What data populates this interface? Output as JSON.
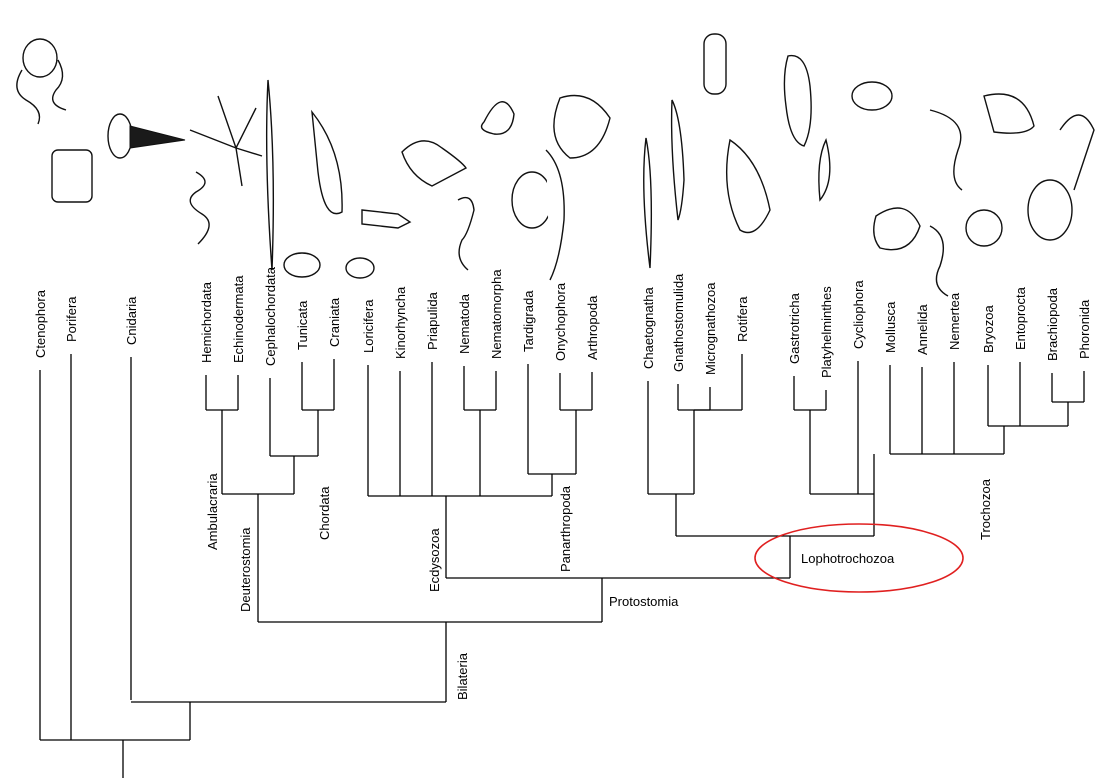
{
  "taxa": [
    {
      "id": "ctenophora",
      "label": "Ctenophora",
      "icon": "ctenophore-icon"
    },
    {
      "id": "porifera",
      "label": "Porifera",
      "icon": "sponge-icon"
    },
    {
      "id": "cnidaria",
      "label": "Cnidaria",
      "icon": "jellyfish-icon"
    },
    {
      "id": "hemichordata",
      "label": "Hemichordata",
      "icon": "acorn-worm-icon"
    },
    {
      "id": "echinodermata",
      "label": "Echinodermata",
      "icon": "brittle-star-icon"
    },
    {
      "id": "cephalochordata",
      "label": "Cephalochordata",
      "icon": "lancelet-icon"
    },
    {
      "id": "tunicata",
      "label": "Tunicata",
      "icon": "sea-squirt-icon"
    },
    {
      "id": "craniata",
      "label": "Craniata",
      "icon": "fish-icon"
    },
    {
      "id": "loricifera",
      "label": "Loricifera",
      "icon": "loriciferan-icon"
    },
    {
      "id": "kinorhyncha",
      "label": "Kinorhyncha",
      "icon": "mud-dragon-icon"
    },
    {
      "id": "priapulida",
      "label": "Priapulida",
      "icon": "penis-worm-icon"
    },
    {
      "id": "nematoda",
      "label": "Nematoda",
      "icon": "roundworm-icon"
    },
    {
      "id": "nematomorpha",
      "label": "Nematomorpha",
      "icon": "horsehair-worm-icon"
    },
    {
      "id": "tardigrada",
      "label": "Tardigrada",
      "icon": "tardigrade-icon"
    },
    {
      "id": "onychophora",
      "label": "Onychophora",
      "icon": "velvet-worm-icon"
    },
    {
      "id": "arthropoda",
      "label": "Arthropoda",
      "icon": "horseshoe-crab-icon"
    },
    {
      "id": "chaetognatha",
      "label": "Chaetognatha",
      "icon": "arrow-worm-icon"
    },
    {
      "id": "gnathostomulida",
      "label": "Gnathostomulida",
      "icon": "jaw-worm-icon"
    },
    {
      "id": "micrognathozoa",
      "label": "Micrognathozoa",
      "icon": "limnognathia-icon"
    },
    {
      "id": "rotifera",
      "label": "Rotifera",
      "icon": "rotifer-icon"
    },
    {
      "id": "gastrotricha",
      "label": "Gastrotricha",
      "icon": "gastrotrich-icon"
    },
    {
      "id": "platyhelminthes",
      "label": "Platyhelminthes",
      "icon": "flatworm-icon"
    },
    {
      "id": "cycliophora",
      "label": "Cycliophora",
      "icon": "symbion-icon"
    },
    {
      "id": "mollusca",
      "label": "Mollusca",
      "icon": "mussel-icon"
    },
    {
      "id": "annelida",
      "label": "Annelida",
      "icon": "segmented-worm-icon"
    },
    {
      "id": "nemertea",
      "label": "Nemertea",
      "icon": "ribbon-worm-icon"
    },
    {
      "id": "bryozoa",
      "label": "Bryozoa",
      "icon": "moss-animal-icon"
    },
    {
      "id": "entoprocta",
      "label": "Entoprocta",
      "icon": "goblet-worm-icon"
    },
    {
      "id": "brachiopoda",
      "label": "Brachiopoda",
      "icon": "lamp-shell-icon"
    },
    {
      "id": "phoronida",
      "label": "Phoronida",
      "icon": "horseshoe-worm-icon"
    }
  ],
  "clades": {
    "ambulacraria": "Ambulacraria",
    "chordata": "Chordata",
    "deuterostomia": "Deuterostomia",
    "ecdysozoa": "Ecdysozoa",
    "panarthropoda": "Panarthropoda",
    "trochozoa": "Trochozoa",
    "lophotrochozoa": "Lophotrochozoa",
    "protostomia": "Protostomia",
    "bilateria": "Bilateria"
  },
  "highlight": {
    "target": "Lophotrochozoa",
    "color": "#e02020",
    "shape": "ellipse"
  }
}
